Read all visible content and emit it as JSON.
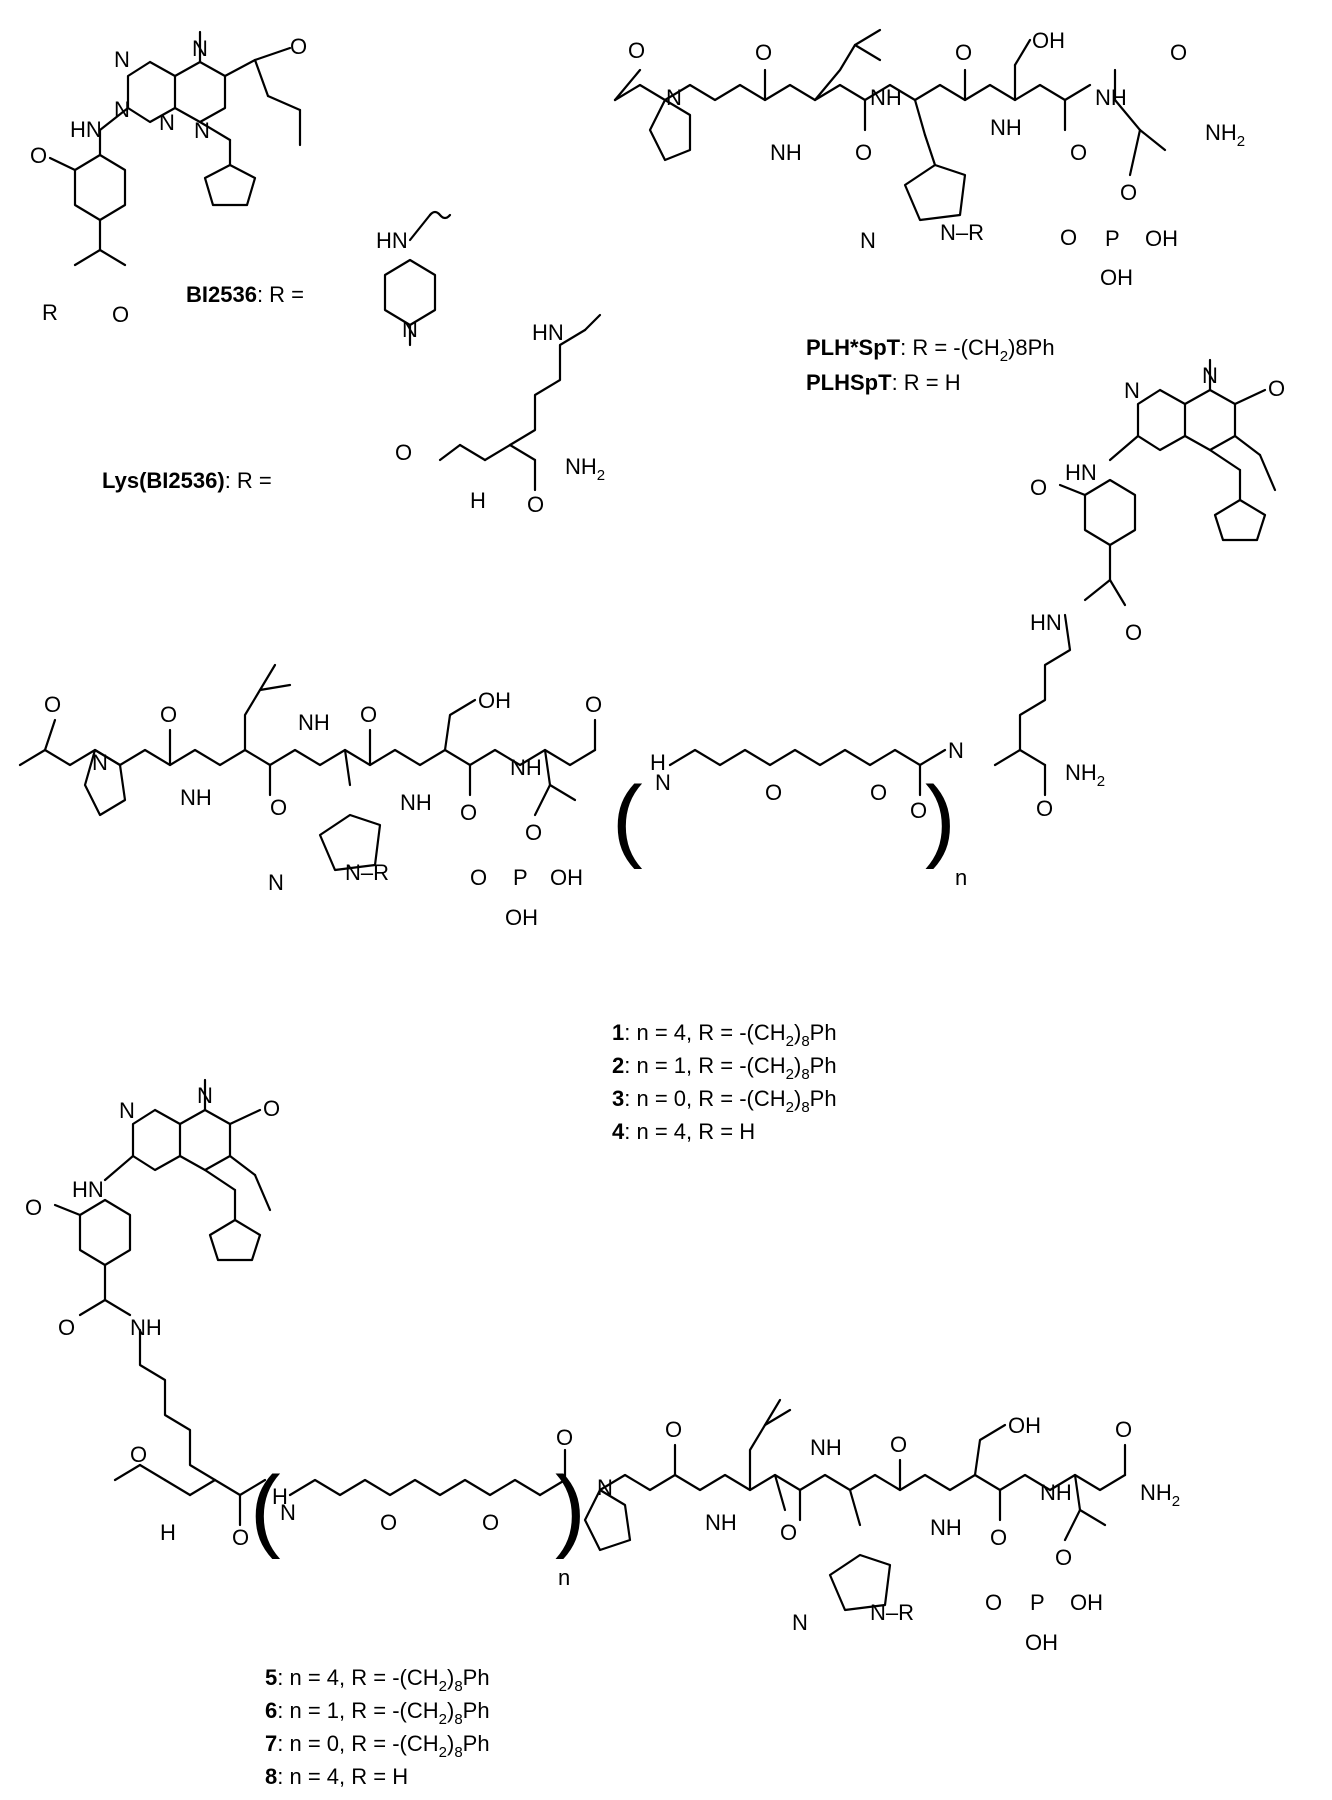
{
  "compounds": {
    "bi2536": {
      "name": "BI2536",
      "r_def": ": R ="
    },
    "lys_bi2536": {
      "name": "Lys(BI2536)",
      "r_def": ": R ="
    },
    "plh_star_spt": {
      "name": "PLH*SpT",
      "r_def": ": R = -(CH",
      "sub": "2",
      "tail": ")8Ph"
    },
    "plhspt": {
      "name": "PLHSpT",
      "r_def": ": R = H"
    }
  },
  "series_a": [
    {
      "id": "1",
      "text": ": n = 4, R = -(CH",
      "sub": "2",
      "tail": ")",
      "sub2": "8",
      "tail2": "Ph"
    },
    {
      "id": "2",
      "text": ": n = 1, R = -(CH",
      "sub": "2",
      "tail": ")",
      "sub2": "8",
      "tail2": "Ph"
    },
    {
      "id": "3",
      "text": ": n = 0, R = -(CH",
      "sub": "2",
      "tail": ")",
      "sub2": "8",
      "tail2": "Ph"
    },
    {
      "id": "4",
      "text": ": n = 4, R = H"
    }
  ],
  "series_b": [
    {
      "id": "5",
      "text": ": n = 4, R = -(CH",
      "sub": "2",
      "tail": ")",
      "sub2": "8",
      "tail2": "Ph"
    },
    {
      "id": "6",
      "text": ": n = 1, R = -(CH",
      "sub": "2",
      "tail": ")",
      "sub2": "8",
      "tail2": "Ph"
    },
    {
      "id": "7",
      "text": ": n = 0, R = -(CH",
      "sub": "2",
      "tail": ")",
      "sub2": "8",
      "tail2": "Ph"
    },
    {
      "id": "8",
      "text": ": n = 4, R = H"
    }
  ],
  "atoms": {
    "N": "N",
    "O": "O",
    "HN": "HN",
    "NH": "NH",
    "H": "H",
    "OH": "OH",
    "NH2": "NH",
    "two": "2",
    "R": "R",
    "P": "P",
    "n": "n",
    "paren_open": "(",
    "paren_close": ")",
    "N_R": "N–R"
  }
}
